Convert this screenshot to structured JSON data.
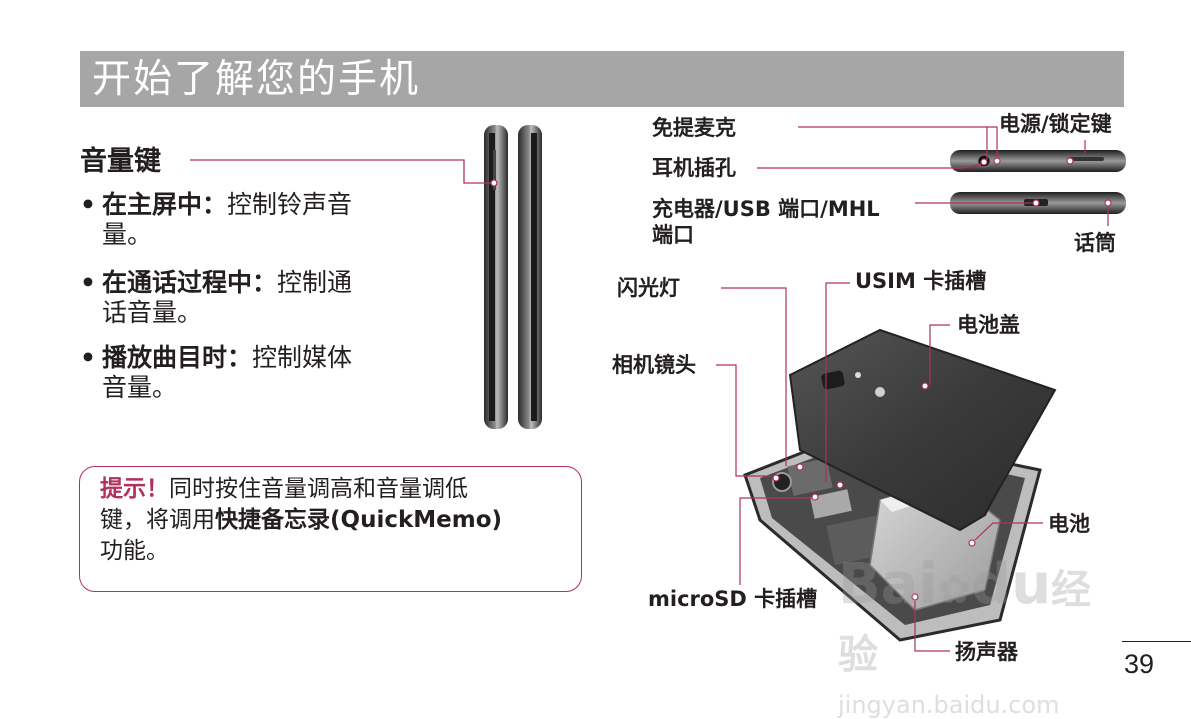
{
  "header": {
    "title": "开始了解您的手机"
  },
  "volume": {
    "title": "音量键",
    "bullets": [
      {
        "bold": "在主屏中：",
        "rest": "控制铃声音",
        "cont": "量。"
      },
      {
        "bold": "在通话过程中：",
        "rest": "控制通",
        "cont": "话音量。"
      },
      {
        "bold": "播放曲目时：",
        "rest": "控制媒体",
        "cont": "音量。"
      }
    ]
  },
  "tip": {
    "label": "提示！",
    "line1": "同时按住音量调高和音量调低",
    "line2_pre": "键，将调用",
    "line2_bold": "快捷备忘录(QuickMemo)",
    "line3": "功能。"
  },
  "labels": {
    "handsfree_mic": "免提麦克",
    "power_lock": "电源/锁定键",
    "headset_jack": "耳机插孔",
    "charger_port_line1": "充电器/USB 端口/MHL",
    "charger_port_line2": "端口",
    "microphone": "话筒",
    "flash": "闪光灯",
    "usim_slot": "USIM 卡插槽",
    "battery_cover": "电池盖",
    "camera_lens": "相机镜头",
    "battery": "电池",
    "microsd_slot": "microSD 卡插槽",
    "speaker": "扬声器"
  },
  "watermark": {
    "brand": "Bai",
    "brand2": "du",
    "suffix": "经验",
    "url": "jingyan.baidu.com"
  },
  "page": {
    "number": "39"
  },
  "colors": {
    "accent": "#b0315a",
    "header_bg": "#a6a6a6",
    "text": "#231f20"
  }
}
